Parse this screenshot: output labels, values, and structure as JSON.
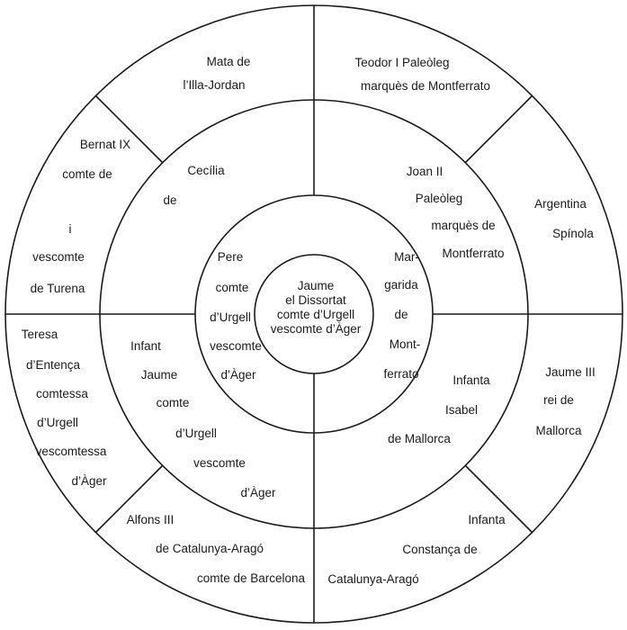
{
  "center": {
    "lines": [
      "Jaume",
      "el Dissortat",
      "comte d’Urgell",
      "vescomte d’Àger"
    ]
  },
  "ring1": {
    "left": [
      "Pere",
      "comte",
      "d’Urgell",
      "vescomte",
      "d’Àger"
    ],
    "right": [
      "Mar-",
      "garida",
      "de",
      "Mont-",
      "ferrato"
    ]
  },
  "ring2": {
    "top_left": [
      "Cecília",
      "de"
    ],
    "top_right": [
      "Joan II",
      "Paleòleg",
      "marquès de",
      "Montferrato"
    ],
    "bottom_left": [
      "Infant",
      "Jaume",
      "comte",
      "d’Urgell",
      "vescomte",
      "d’Àger"
    ],
    "bottom_right": [
      "Infanta",
      "Isabel",
      "de Mallorca"
    ]
  },
  "ring3": {
    "top_left_upper": [
      "Mata de",
      "l’Illa-Jordan"
    ],
    "top_left_lower": [
      "Bernat IX",
      "comte de",
      "i",
      "vescomte",
      "de Turena"
    ],
    "top_right_upper": [
      "Teodor I  Paleòleg",
      "marquès de Montferrato"
    ],
    "top_right_lower": [
      "Argentina",
      "Spínola"
    ],
    "bottom_left_upper": [
      "Teresa",
      "d’Entença",
      "comtessa",
      "d’Urgell",
      "vescomtessa",
      "d’Àger"
    ],
    "bottom_left_lower": [
      "Alfons III",
      "de Catalunya-Aragó",
      "comte de Barcelona"
    ],
    "bottom_right_upper": [
      "Jaume III",
      "rei de",
      "Mallorca"
    ],
    "bottom_right_lower": [
      "Infanta",
      "Constança de",
      "Catalunya-Aragó"
    ]
  }
}
